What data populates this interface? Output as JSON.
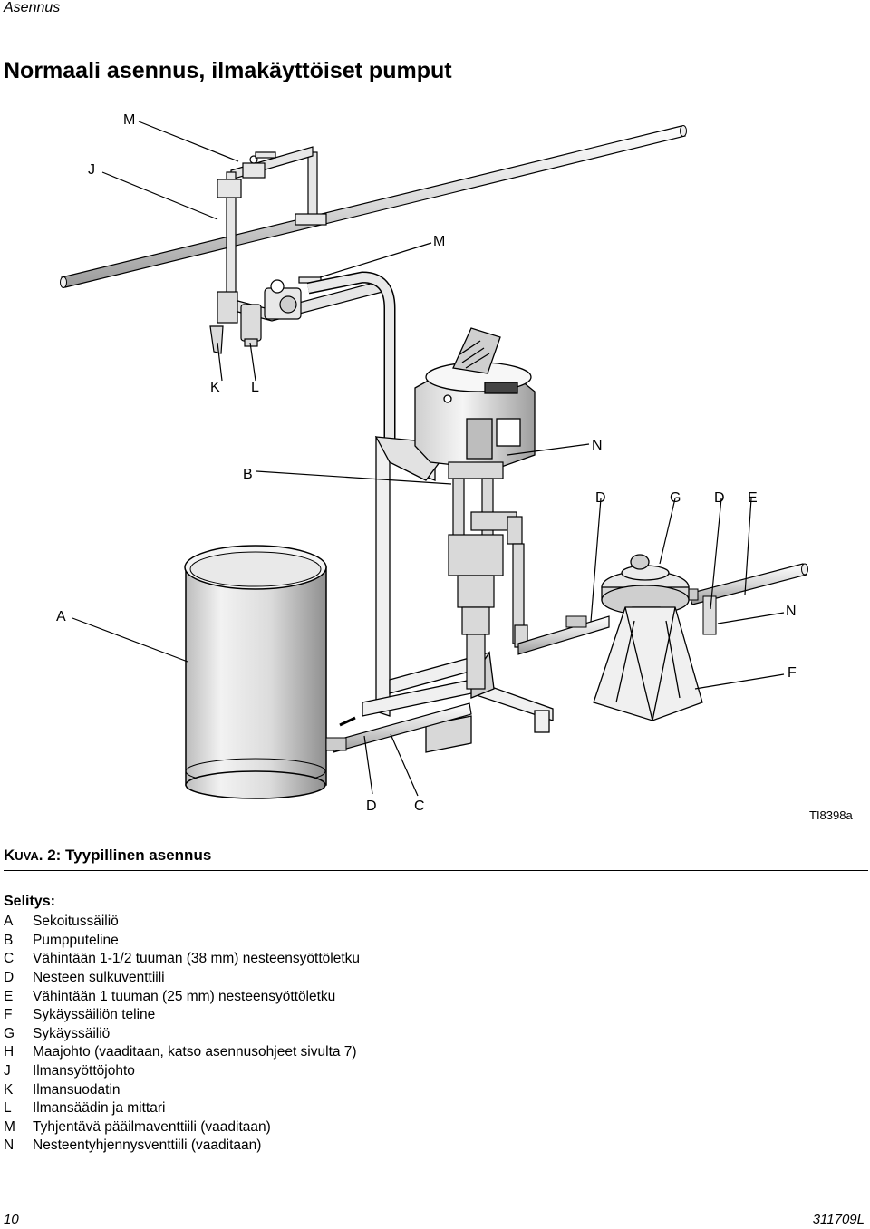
{
  "header": {
    "section": "Asennus"
  },
  "title": "Normaali asennus, ilmakäyttöiset pumput",
  "figure": {
    "id": "TI8398a",
    "callouts": [
      {
        "key": "M",
        "tag": "M"
      },
      {
        "key": "J",
        "tag": "J"
      },
      {
        "key": "M2",
        "tag": "M"
      },
      {
        "key": "K",
        "tag": "K"
      },
      {
        "key": "L",
        "tag": "L"
      },
      {
        "key": "N",
        "tag": "N"
      },
      {
        "key": "B",
        "tag": "B"
      },
      {
        "key": "D1",
        "tag": "D"
      },
      {
        "key": "G",
        "tag": "G"
      },
      {
        "key": "D2",
        "tag": "D"
      },
      {
        "key": "E",
        "tag": "E"
      },
      {
        "key": "A",
        "tag": "A"
      },
      {
        "key": "N2",
        "tag": "N"
      },
      {
        "key": "F",
        "tag": "F"
      },
      {
        "key": "D3",
        "tag": "D"
      },
      {
        "key": "C",
        "tag": "C"
      }
    ]
  },
  "caption": {
    "prefix_k": "K",
    "prefix_rest": "UVA",
    "text": ". 2: Tyypillinen asennus"
  },
  "legend": {
    "title": "Selitys:",
    "items": [
      {
        "key": "A",
        "text": "Sekoitussäiliö"
      },
      {
        "key": "B",
        "text": "Pumpputeline"
      },
      {
        "key": "C",
        "text": "Vähintään 1-1/2 tuuman (38 mm) nesteensyöttöletku"
      },
      {
        "key": "D",
        "text": "Nesteen sulkuventtiili"
      },
      {
        "key": "E",
        "text": "Vähintään 1 tuuman (25 mm) nesteensyöttöletku"
      },
      {
        "key": "F",
        "text": "Sykäyssäiliön teline"
      },
      {
        "key": "G",
        "text": "Sykäyssäiliö"
      },
      {
        "key": "H",
        "text": "Maajohto (vaaditaan, katso asennusohjeet sivulta 7)"
      },
      {
        "key": "J",
        "text": "Ilmansyöttöjohto"
      },
      {
        "key": "K",
        "text": "Ilmansuodatin"
      },
      {
        "key": "L",
        "text": "Ilmansäädin ja mittari"
      },
      {
        "key": "M",
        "text": "Tyhjentävä pääilmaventtiili (vaaditaan)"
      },
      {
        "key": "N",
        "text": "Nesteentyhjennysventtiili (vaaditaan)"
      }
    ]
  },
  "footer": {
    "page": "10",
    "doc": "311709L"
  }
}
